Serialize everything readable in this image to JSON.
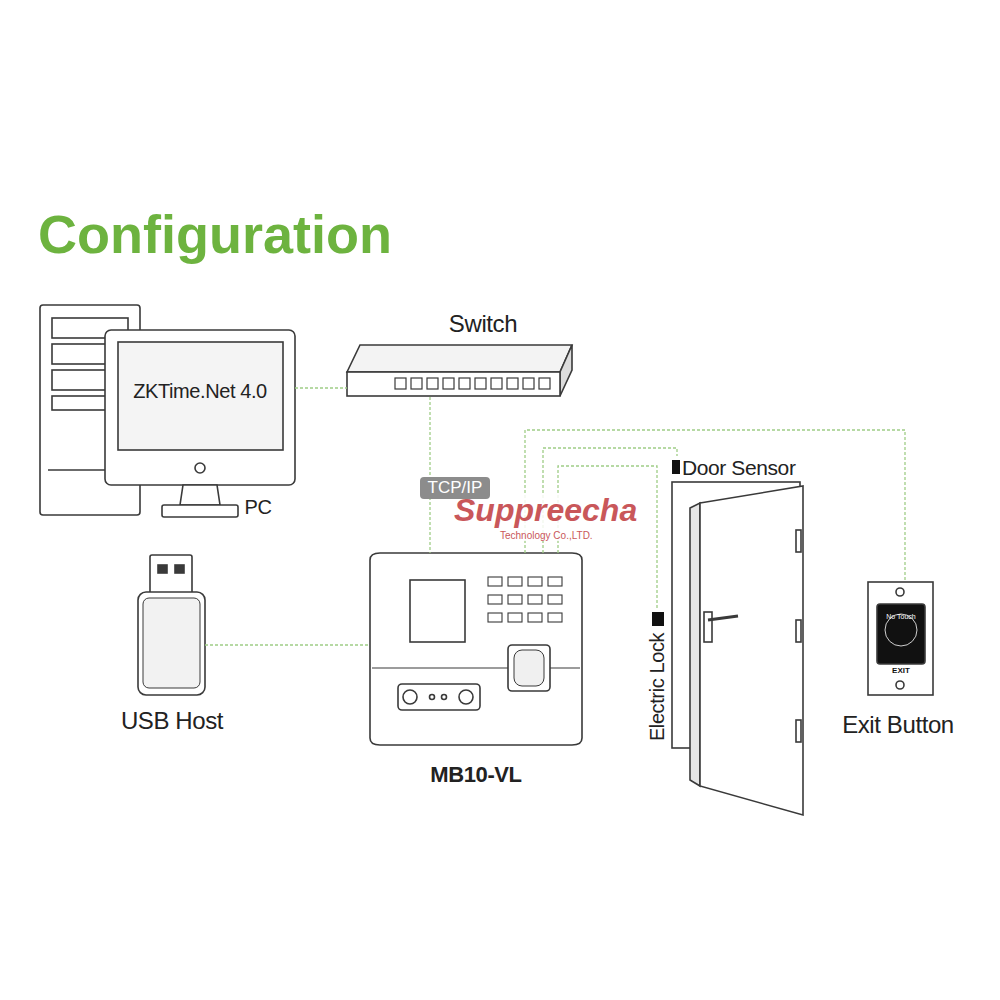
{
  "diagram": {
    "title": "Configuration",
    "nodes": [
      {
        "text": [
          "ZKTime.Net 4.0",
          "PC"
        ]
      },
      {
        "text": [
          "Switch"
        ]
      },
      {
        "text": [
          "Door Sensor"
        ]
      },
      {
        "text": [
          "USB Host"
        ]
      },
      {
        "text": [
          "MB10-VL"
        ]
      },
      {
        "text": [
          "Electric Lock"
        ]
      },
      {
        "text": [
          "No Touch",
          "EXIT",
          "Exit Button"
        ]
      }
    ],
    "edges": [
      {
        "from": 0,
        "to": 1,
        "arrow": "none"
      },
      {
        "from": 1,
        "to": 4,
        "label": "TCP/IP",
        "arrow": "none"
      },
      {
        "from": 3,
        "to": 4,
        "arrow": "none"
      },
      {
        "from": 4,
        "to": 2,
        "arrow": "none"
      },
      {
        "from": 4,
        "to": 5,
        "arrow": "none"
      },
      {
        "from": 4,
        "to": 6,
        "arrow": "none"
      }
    ],
    "labels": [
      "Suppreecha",
      "Technology Co.,LTD."
    ]
  }
}
